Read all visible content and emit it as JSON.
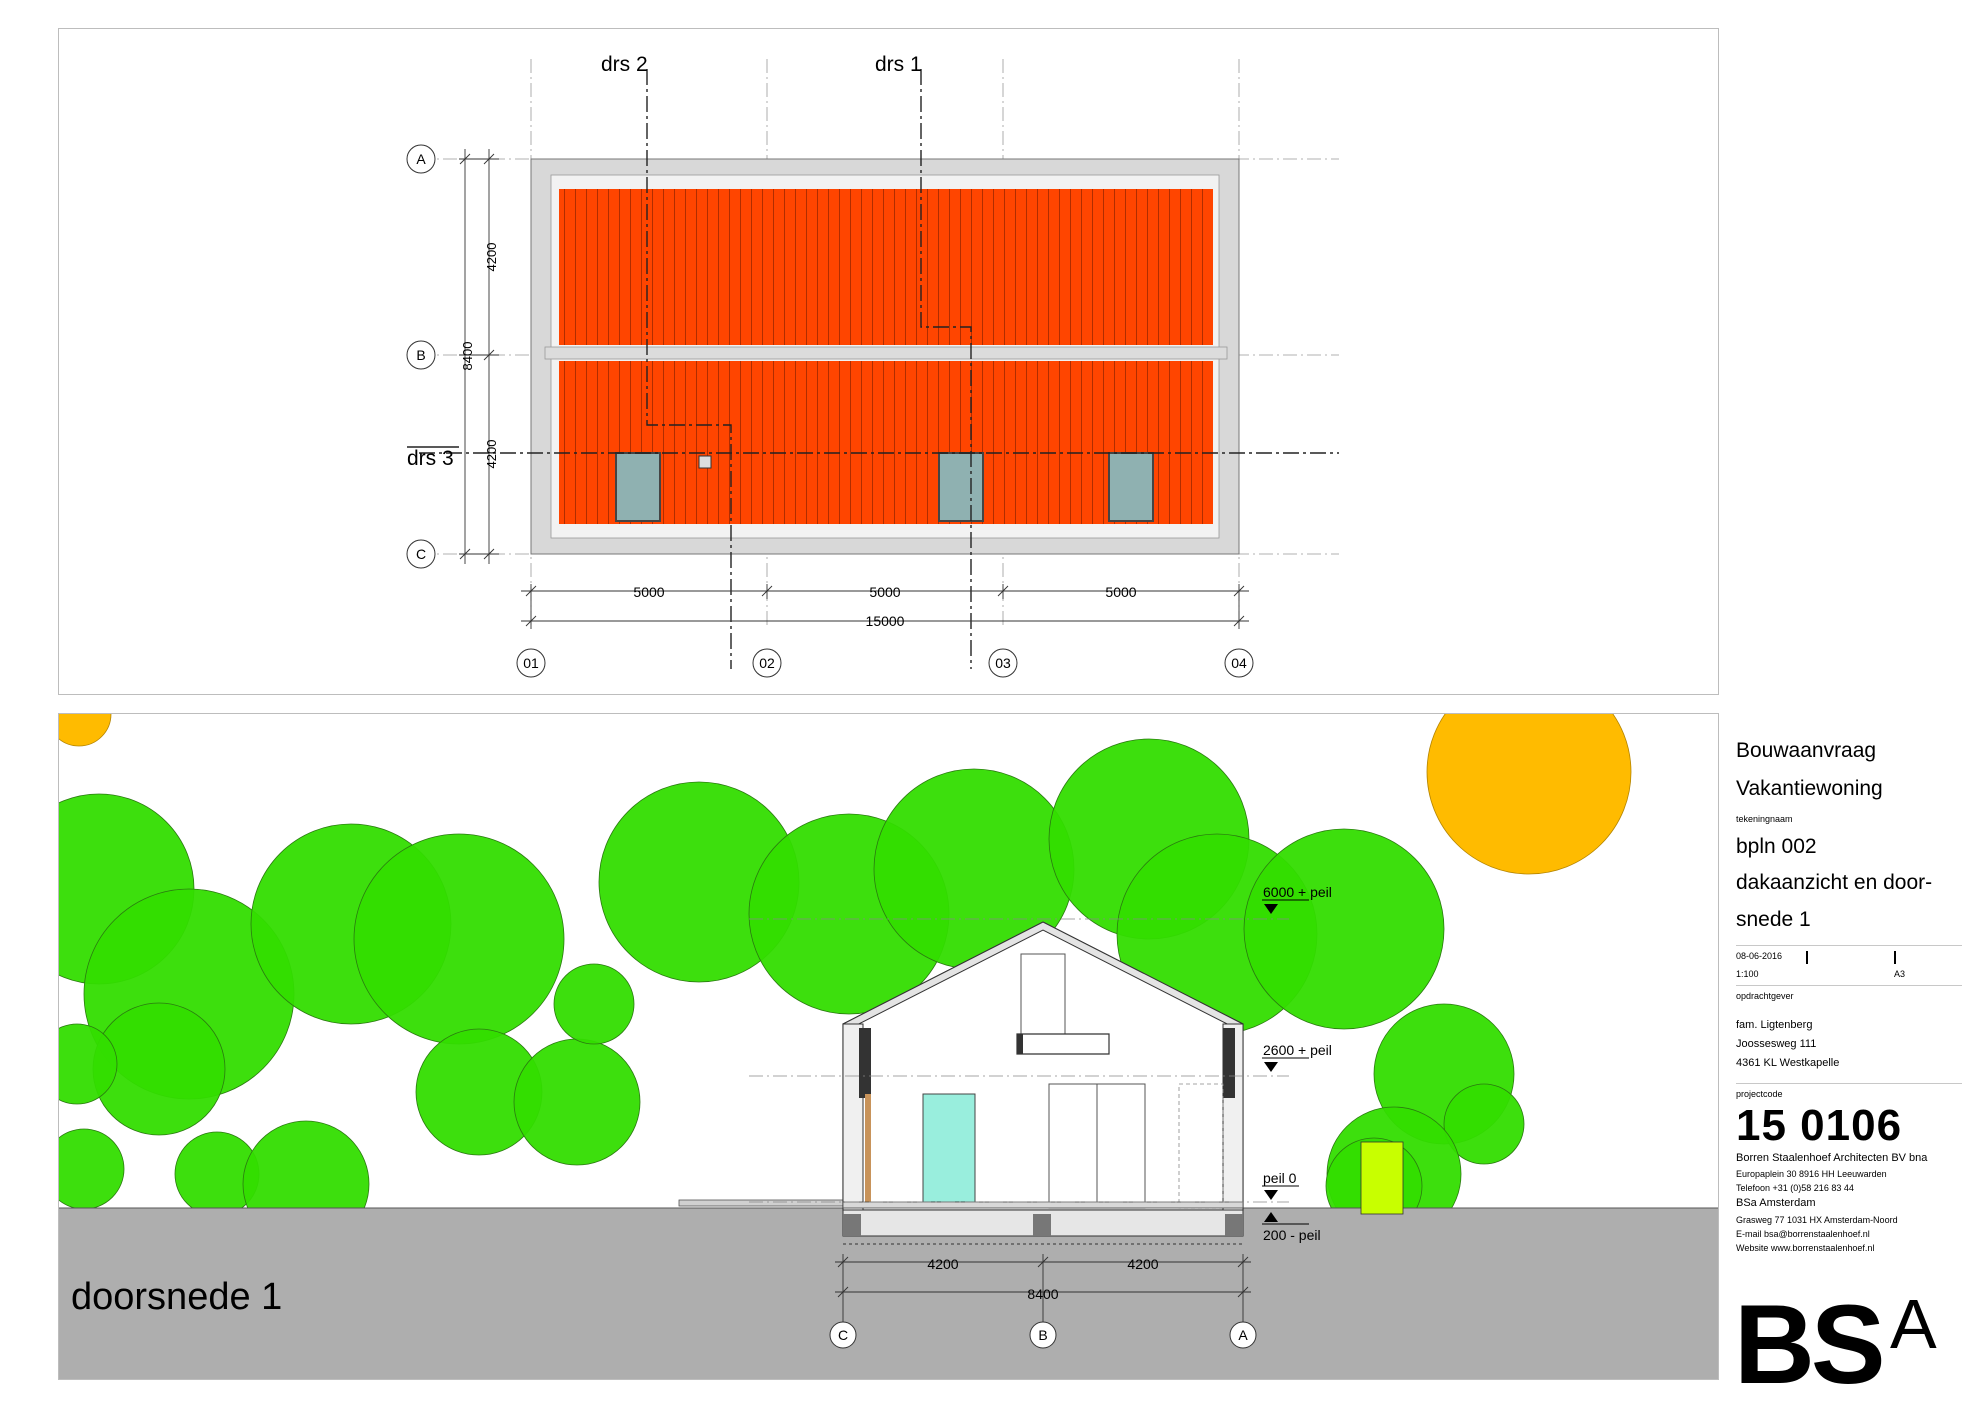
{
  "plan": {
    "section_marks": [
      "drs 2",
      "drs 1",
      "drs 3"
    ],
    "row_axes": [
      "A",
      "B",
      "C"
    ],
    "col_axes": [
      "01",
      "02",
      "03",
      "04"
    ],
    "vertical_dims": [
      "4200",
      "4200"
    ],
    "vertical_total": "8400",
    "horizontal_dims": [
      "5000",
      "5000",
      "5000"
    ],
    "horizontal_total": "15000"
  },
  "section": {
    "title": "doorsnede 1",
    "levels": [
      "6000 + peil",
      "2600 + peil",
      "peil 0",
      "200 - peil"
    ],
    "dims": [
      "4200",
      "4200"
    ],
    "total": "8400",
    "axes": [
      "C",
      "B",
      "A"
    ]
  },
  "title_block": {
    "project_type": "Bouwaanvraag",
    "project_name": "Vakantiewoning",
    "drawing_name_label": "tekeningnaam",
    "drawing_code": "bpln 002",
    "drawing_title_1": "dakaanzicht en door-",
    "drawing_title_2": "snede 1",
    "date": "08-06-2016",
    "scale": "1:100",
    "paper": "A3",
    "client_label": "opdrachtgever",
    "client_name": "fam. Ligtenberg",
    "client_street": "Joossesweg 111",
    "client_city": "4361 KL Westkapelle",
    "project_code_label": "projectcode",
    "project_code": "15 0106",
    "firm": "Borren Staalenhoef Architecten BV bna",
    "firm_address": "Europaplein 30  8916 HH Leeuwarden",
    "firm_phone": "Telefoon +31 (0)58 216 83 44",
    "office": "BSa Amsterdam",
    "office_address": "Grasweg 77 1031 HX Amsterdam-Noord",
    "email": "E-mail  bsa@borrenstaalenhoef.nl",
    "website": "Website  www.borrenstaalenhoef.nl",
    "logo": "BS",
    "logo_suffix": "A"
  },
  "colors": {
    "roof": "#ff4500",
    "tree": "#33dd00",
    "sun": "#ffbb00",
    "ground": "#aeaeae",
    "window": "#8fb1b1",
    "door": "#99eedd"
  }
}
